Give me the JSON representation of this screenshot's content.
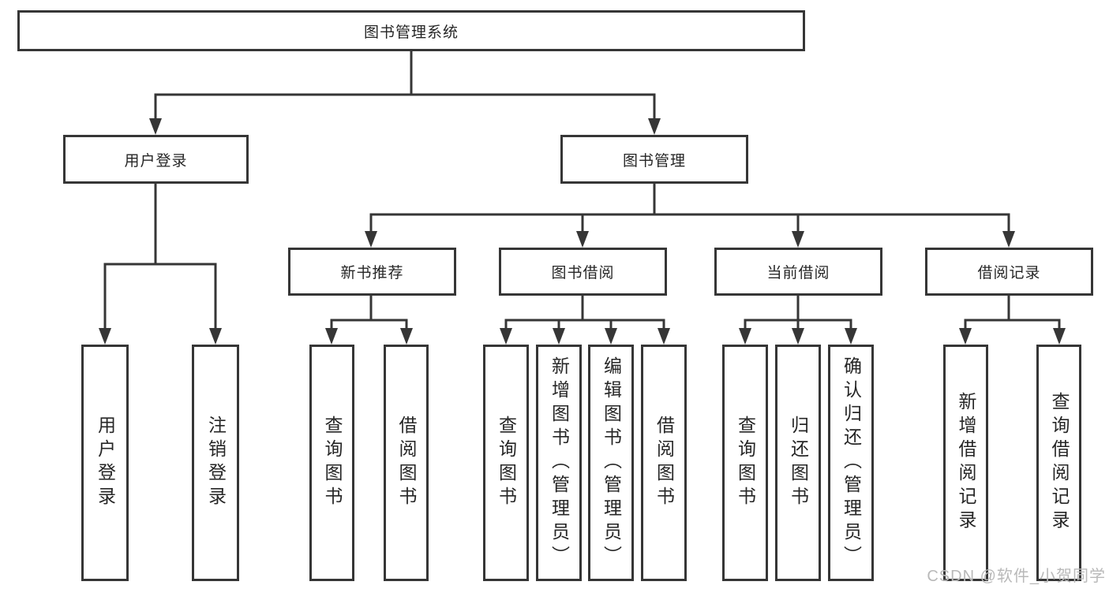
{
  "nodes": {
    "root": "图书管理系统",
    "user_login": "用户登录",
    "book_mgmt": "图书管理",
    "new_book_rec": "新书推荐",
    "book_borrow": "图书借阅",
    "current_borrow": "当前借阅",
    "borrow_records": "借阅记录",
    "ul_user_login": "用户登录",
    "ul_logout": "注销登录",
    "nb_query_books": "查询图书",
    "nb_borrow_books": "借阅图书",
    "bb_query_books": "查询图书",
    "bb_add_books": "新增图书（管理员）",
    "bb_edit_books": "编辑图书（管理员）",
    "bb_borrow_books": "借阅图书",
    "cb_query_books": "查询图书",
    "cb_return_books": "归还图书",
    "cb_confirm_return": "确认归还（管理员）",
    "br_add_record": "新增借阅记录",
    "br_query_record": "查询借阅记录"
  },
  "hierarchy": {
    "label": "图书管理系统",
    "children": [
      {
        "label": "用户登录",
        "children": [
          {
            "label": "用户登录"
          },
          {
            "label": "注销登录"
          }
        ]
      },
      {
        "label": "图书管理",
        "children": [
          {
            "label": "新书推荐",
            "children": [
              {
                "label": "查询图书"
              },
              {
                "label": "借阅图书"
              }
            ]
          },
          {
            "label": "图书借阅",
            "children": [
              {
                "label": "查询图书"
              },
              {
                "label": "新增图书（管理员）"
              },
              {
                "label": "编辑图书（管理员）"
              },
              {
                "label": "借阅图书"
              }
            ]
          },
          {
            "label": "当前借阅",
            "children": [
              {
                "label": "查询图书"
              },
              {
                "label": "归还图书"
              },
              {
                "label": "确认归还（管理员）"
              }
            ]
          },
          {
            "label": "借阅记录",
            "children": [
              {
                "label": "新增借阅记录"
              },
              {
                "label": "查询借阅记录"
              }
            ]
          }
        ]
      }
    ]
  },
  "watermark": "CSDN @软件_小贺同学",
  "colors": {
    "line": "#363636",
    "text": "#262626",
    "background": "#ffffff",
    "watermark": "#b9b9b9"
  }
}
